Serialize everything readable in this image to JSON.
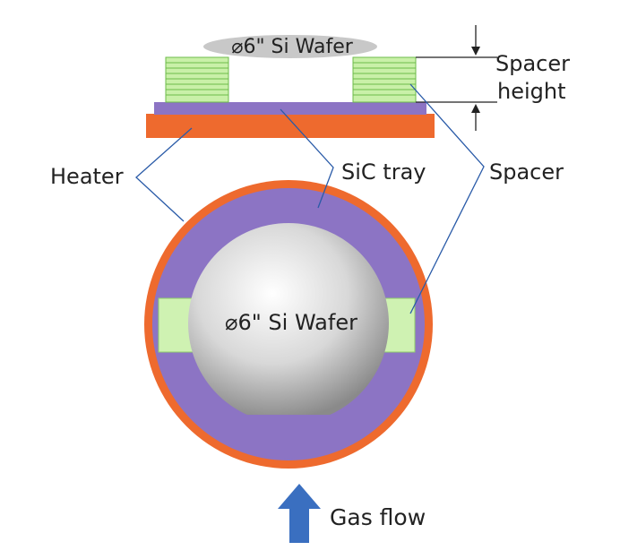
{
  "labels": {
    "wafer_top": "⌀6\" Si Wafer",
    "wafer_bottom": "⌀6\" Si Wafer",
    "spacer_height_line1": "Spacer",
    "spacer_height_line2": "height",
    "heater": "Heater",
    "sic_tray": "SiC tray",
    "spacer": "Spacer",
    "gas_flow": "Gas flow"
  },
  "colors": {
    "heater": "#EE6A2E",
    "tray": "#8C74C4",
    "spacer_fill": "#C9F0A8",
    "spacer_stroke": "#5AAE3C",
    "wafer": "#C8C8C8",
    "leader_line": "#2A5BA8",
    "arrow": "#3A6FC0"
  }
}
